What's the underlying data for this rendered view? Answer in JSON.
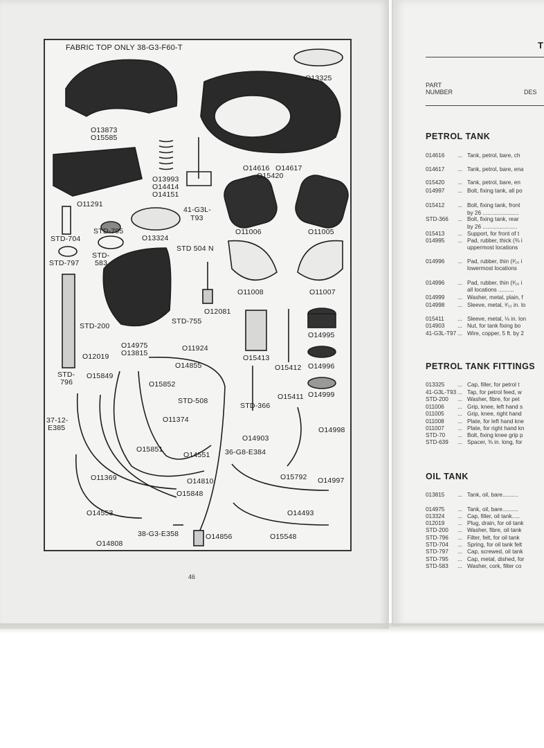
{
  "diagram": {
    "top_note": "FABRIC TOP ONLY 38-G3-F60-T",
    "labels": [
      "O13325",
      "O13873",
      "O15585",
      "O14616",
      "O14617",
      "O15420",
      "O13993",
      "O14414",
      "O14151",
      "O11291",
      "41-G3L-",
      "T93",
      "STD-795",
      "O13324",
      "STD-704",
      "STD-797",
      "STD-",
      "583",
      "O11006",
      "O11005",
      "STD 504 N",
      "O11008",
      "O11007",
      "O12081",
      "STD-755",
      "STD-200",
      "O12019",
      "O14975",
      "O13815",
      "O11924",
      "O15413",
      "O15412",
      "O14995",
      "O14996",
      "O14855",
      "STD-",
      "796",
      "O15849",
      "O15852",
      "STD-508",
      "37-12-",
      "E385",
      "O11374",
      "STD-366",
      "O15411",
      "O14999",
      "O15851",
      "O14551",
      "O14903",
      "O14998",
      "O11369",
      "O14810",
      "36-G8-E384",
      "O15792",
      "O14997",
      "O15848",
      "O14553",
      "O14493",
      "38-G3-E358",
      "O14856",
      "O15548",
      "O14808"
    ],
    "page_number": "46"
  },
  "right_page": {
    "header_fragment": "T",
    "col_part": "PART",
    "col_number": "NUMBER",
    "col_desc": "DES",
    "sections": [
      {
        "title": "PETROL TANK",
        "rows": [
          {
            "num": "014616",
            "text": "Tank, petrol, bare, ch"
          },
          {
            "num": "014617",
            "text": "Tank, petrol, bare, ena"
          },
          {
            "num": "015420",
            "text": "Tank, petrol, bare, en"
          },
          {
            "num": "014997",
            "text": "Bolt, fixing tank, all po"
          },
          {
            "num": "015412",
            "text": "Bolt, fixing tank, front"
          },
          {
            "num": "",
            "text": "by 26 ......................."
          },
          {
            "num": "STD-366",
            "text": "Bolt, fixing tank, rear"
          },
          {
            "num": "",
            "text": "by 26 ......................"
          },
          {
            "num": "015413",
            "text": "Support, for front of t"
          },
          {
            "num": "014995",
            "text": "Pad, rubber, thick (⅜ i"
          },
          {
            "num": "",
            "text": "uppermost locations"
          },
          {
            "num": "014996",
            "text": "Pad, rubber, thin (³⁄₁₆ i"
          },
          {
            "num": "",
            "text": "lowermost locations"
          },
          {
            "num": "014996",
            "text": "Pad, rubber, thin (³⁄₁₆ i"
          },
          {
            "num": "",
            "text": "all locations .........."
          },
          {
            "num": "014999",
            "text": "Washer, metal, plain, f"
          },
          {
            "num": "014998",
            "text": "Sleeve, metal, ³⁄₃₂ in. lo"
          },
          {
            "num": "015411",
            "text": "Sleeve, metal, ⅛ in. lon"
          },
          {
            "num": "014903",
            "text": "Nut, for tank fixing bo"
          },
          {
            "num": "41-G3L-T97",
            "text": "Wire, copper, 5 ft. by 2"
          }
        ]
      },
      {
        "title": "PETROL TANK FITTINGS",
        "rows": [
          {
            "num": "013325",
            "text": "Cap, filler, for petrol t"
          },
          {
            "num": "41-G3L-T93",
            "text": "Tap, for petrol feed, w"
          },
          {
            "num": "STD-200",
            "text": "Washer, fibre, for pet"
          },
          {
            "num": "011006",
            "text": "Grip, knee, left hand s"
          },
          {
            "num": "011005",
            "text": "Grip, knee, right hand"
          },
          {
            "num": "011008",
            "text": "Plate, for left hand kne"
          },
          {
            "num": "011007",
            "text": "Plate, for right hand kn"
          },
          {
            "num": "STD-70",
            "text": "Bolt, fixing knee grip p"
          },
          {
            "num": "STD-639",
            "text": "Spacer, ⅜ in. long, for"
          }
        ]
      },
      {
        "title": "OIL TANK",
        "rows": [
          {
            "num": "013815",
            "text": "Tank, oil, bare.........."
          },
          {
            "num": "014975",
            "text": "Tank, oil, bare.........."
          },
          {
            "num": "013324",
            "text": "Cap, filler, oil tank....."
          },
          {
            "num": "012019",
            "text": "Plug, drain, for oil tank"
          },
          {
            "num": "STD-200",
            "text": "Washer, fibre, oil tank"
          },
          {
            "num": "STD-796",
            "text": "Filter, felt, for oil tank"
          },
          {
            "num": "STD-704",
            "text": "Spring, for oil tank felt"
          },
          {
            "num": "STD-797",
            "text": "Cap, screwed, oil tank"
          },
          {
            "num": "STD-795",
            "text": "Cap, metal, dished, for"
          },
          {
            "num": "STD-583",
            "text": "Washer, cork, filter co"
          }
        ]
      }
    ]
  }
}
